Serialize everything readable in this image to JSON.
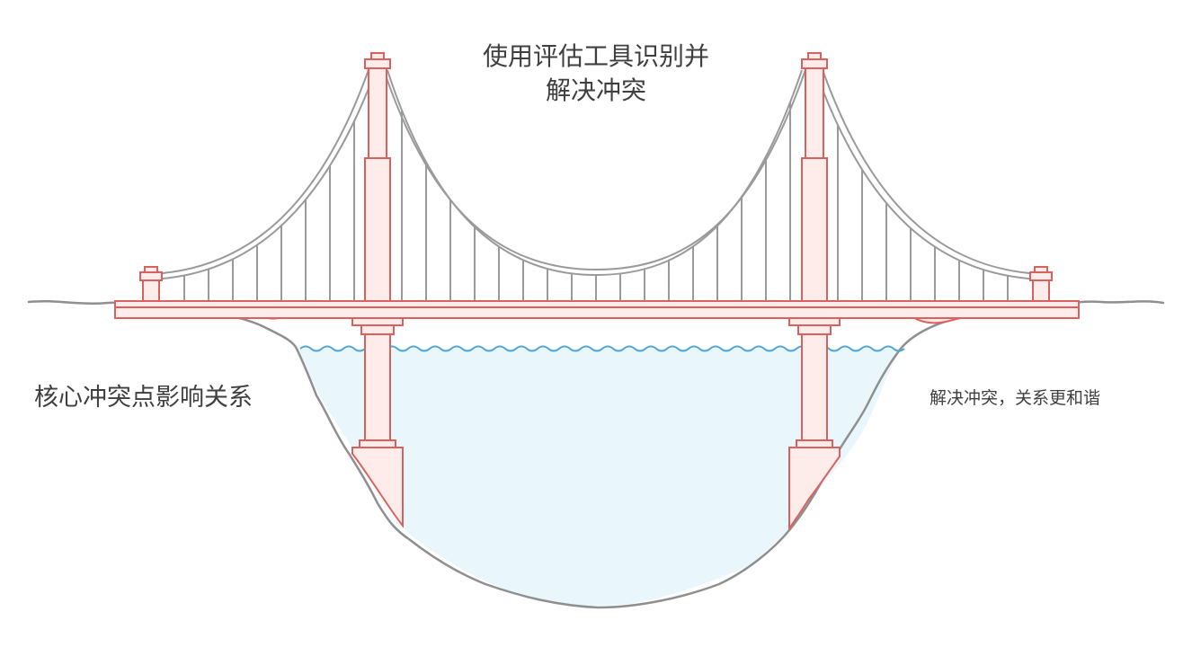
{
  "diagram": {
    "title_line1": "使用评估工具识别并",
    "title_line2": "解决冲突",
    "left_label": "核心冲突点影响关系",
    "right_label": "解决冲突，关系更和谐"
  },
  "colors": {
    "tower_stroke": "#d9625f",
    "tower_fill": "#fdecea",
    "cable_stroke": "#9a9a9a",
    "ground_stroke": "#8f8f8f",
    "water_fill": "#e9f6fc",
    "water_line": "#4aa8d0"
  }
}
